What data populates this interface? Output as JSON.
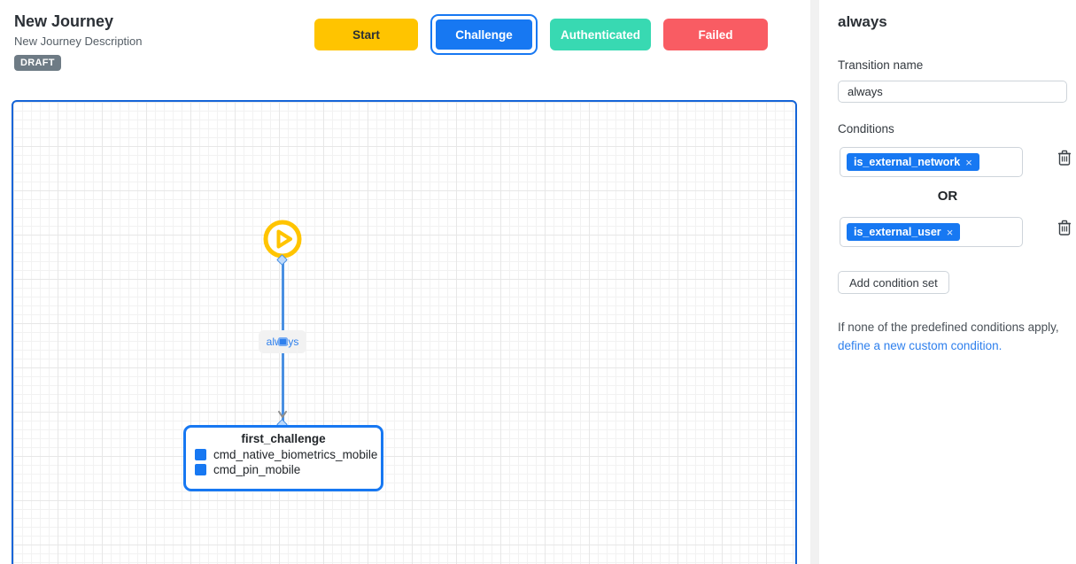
{
  "colors": {
    "accent_blue": "#1778f2",
    "start_yellow": "#ffc400",
    "authenticated_teal": "#38d9b2",
    "failed_red": "#f95c63",
    "edge_blue": "#4a90e2",
    "canvas_border_blue": "#1565d8",
    "badge_gray": "#6e7b85",
    "link_blue": "#2f80ed"
  },
  "header": {
    "title": "New Journey",
    "description": "New Journey Description",
    "badge": "DRAFT"
  },
  "toolbar": {
    "start": "Start",
    "challenge": "Challenge",
    "authenticated": "Authenticated",
    "failed": "Failed"
  },
  "canvas": {
    "edge_label": "always",
    "node": {
      "title": "first_challenge",
      "items": [
        "cmd_native_biometrics_mobile",
        "cmd_pin_mobile"
      ]
    }
  },
  "sidebar": {
    "title": "always",
    "transition_name_label": "Transition name",
    "transition_name_value": "always",
    "conditions_label": "Conditions",
    "or_label": "OR",
    "condition_sets": [
      {
        "chips": [
          {
            "label": "is_external_network"
          }
        ]
      },
      {
        "chips": [
          {
            "label": "is_external_user"
          }
        ]
      }
    ],
    "add_condition_set_label": "Add condition set",
    "help_text_prefix": "If none of the predefined conditions apply, ",
    "help_link_text": "define a new custom condition."
  },
  "icons": {
    "close_glyph": "×"
  }
}
